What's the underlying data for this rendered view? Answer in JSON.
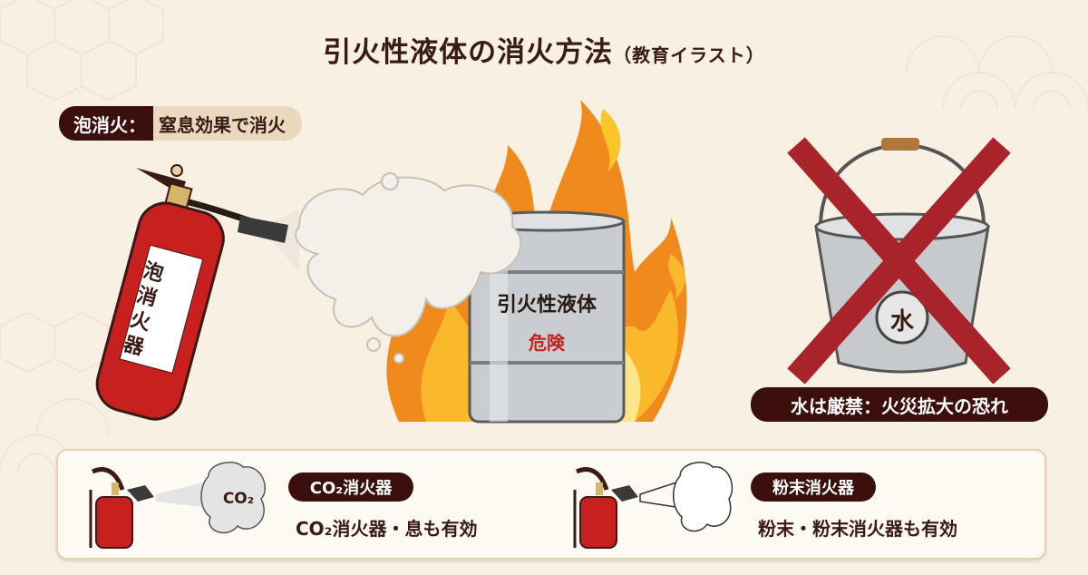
{
  "title": {
    "main": "引火性液体の消火方法",
    "sub": "（教育イラスト）"
  },
  "foam_badge": {
    "label": "泡消火：",
    "text": "窒息効果で消火"
  },
  "extinguisher_label": "泡消火器",
  "drum": {
    "label": "引火性液体",
    "warning": "危険"
  },
  "bucket": {
    "label": "水"
  },
  "water_badge": {
    "text": "水は厳禁：火災拡大の恐れ"
  },
  "bottom_panel": {
    "items": [
      {
        "title": "CO₂消火器",
        "description": "CO₂消火器・息も有効",
        "cloud_label": "CO₂"
      },
      {
        "title": "粉末消火器",
        "description": "粉末・粉末消火器も有効"
      }
    ]
  },
  "colors": {
    "dark_brown": "#3b0f0c",
    "extinguisher_red": "#c8201e",
    "cross_red": "#a8232a",
    "background": "#f8f1e3"
  }
}
